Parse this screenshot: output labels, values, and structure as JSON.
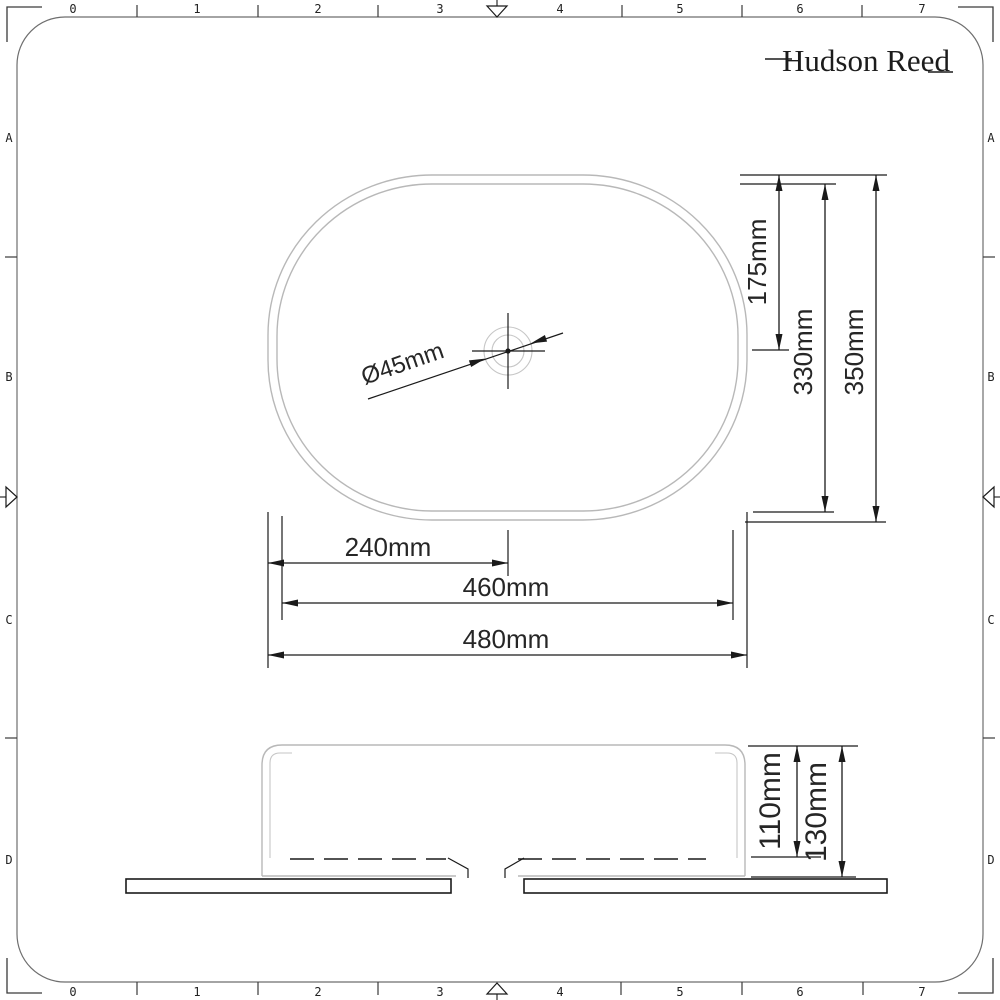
{
  "brand": {
    "name": "Hudson Reed"
  },
  "rulers": {
    "column_labels": [
      "0",
      "1",
      "2",
      "3",
      "4",
      "5",
      "6",
      "7"
    ],
    "row_labels": [
      "A",
      "B",
      "C",
      "D"
    ]
  },
  "dimensions": {
    "top_view": {
      "drain_diameter": "Ø45mm",
      "drain_center_to_top": "175mm",
      "inner_depth": "330mm",
      "outer_depth": "350mm",
      "drain_center_from_left": "240mm",
      "inner_width": "460mm",
      "outer_width": "480mm"
    },
    "side_view": {
      "inner_height": "110mm",
      "overall_height": "130mm"
    }
  },
  "colors": {
    "outline_gray": "#b8b8b8",
    "dimension_black": "#1a1a1a",
    "frame_gray": "#6e6e6e",
    "background": "#ffffff"
  }
}
